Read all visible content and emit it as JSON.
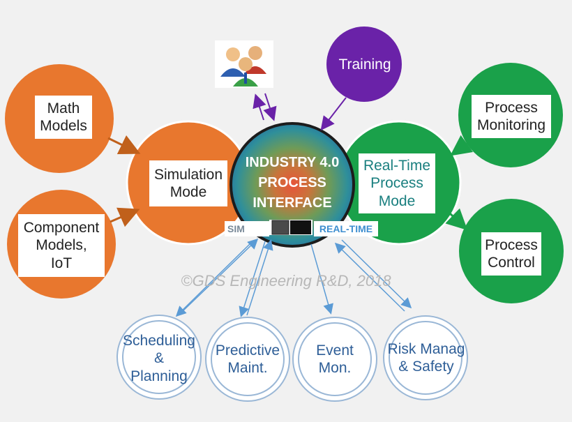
{
  "hub": {
    "title": "INDUSTRY 4.0\nPROCESS\nINTERFACE",
    "sim_label": "SIM",
    "realtime_label": "REAL-TIME"
  },
  "orange_nodes": {
    "math_models": "Math\nModels",
    "component_models": "Component\nModels,\nIoT",
    "simulation_mode": "Simulation\nMode"
  },
  "green_nodes": {
    "realtime_mode": "Real-Time\nProcess\nMode",
    "process_monitoring": "Process\nMonitoring",
    "process_control": "Process\nControl"
  },
  "training": "Training",
  "people_icon": "people-icon",
  "bottom_nodes": {
    "scheduling": "Scheduling\n&\nPlanning",
    "predictive": "Predictive\nMaint.",
    "event": "Event\nMon.",
    "risk": "Risk Manag\n& Safety"
  },
  "watermark": "©GDS Engineering R&D, 2018",
  "colors": {
    "orange": "#e8772e",
    "green": "#1aa14a",
    "purple": "#6a22a8",
    "blue_arrows": "#5b9bd5",
    "orange_arrows": "#c0601b",
    "green_arrows": "#1aa14a",
    "purple_arrows": "#6a22a8"
  }
}
